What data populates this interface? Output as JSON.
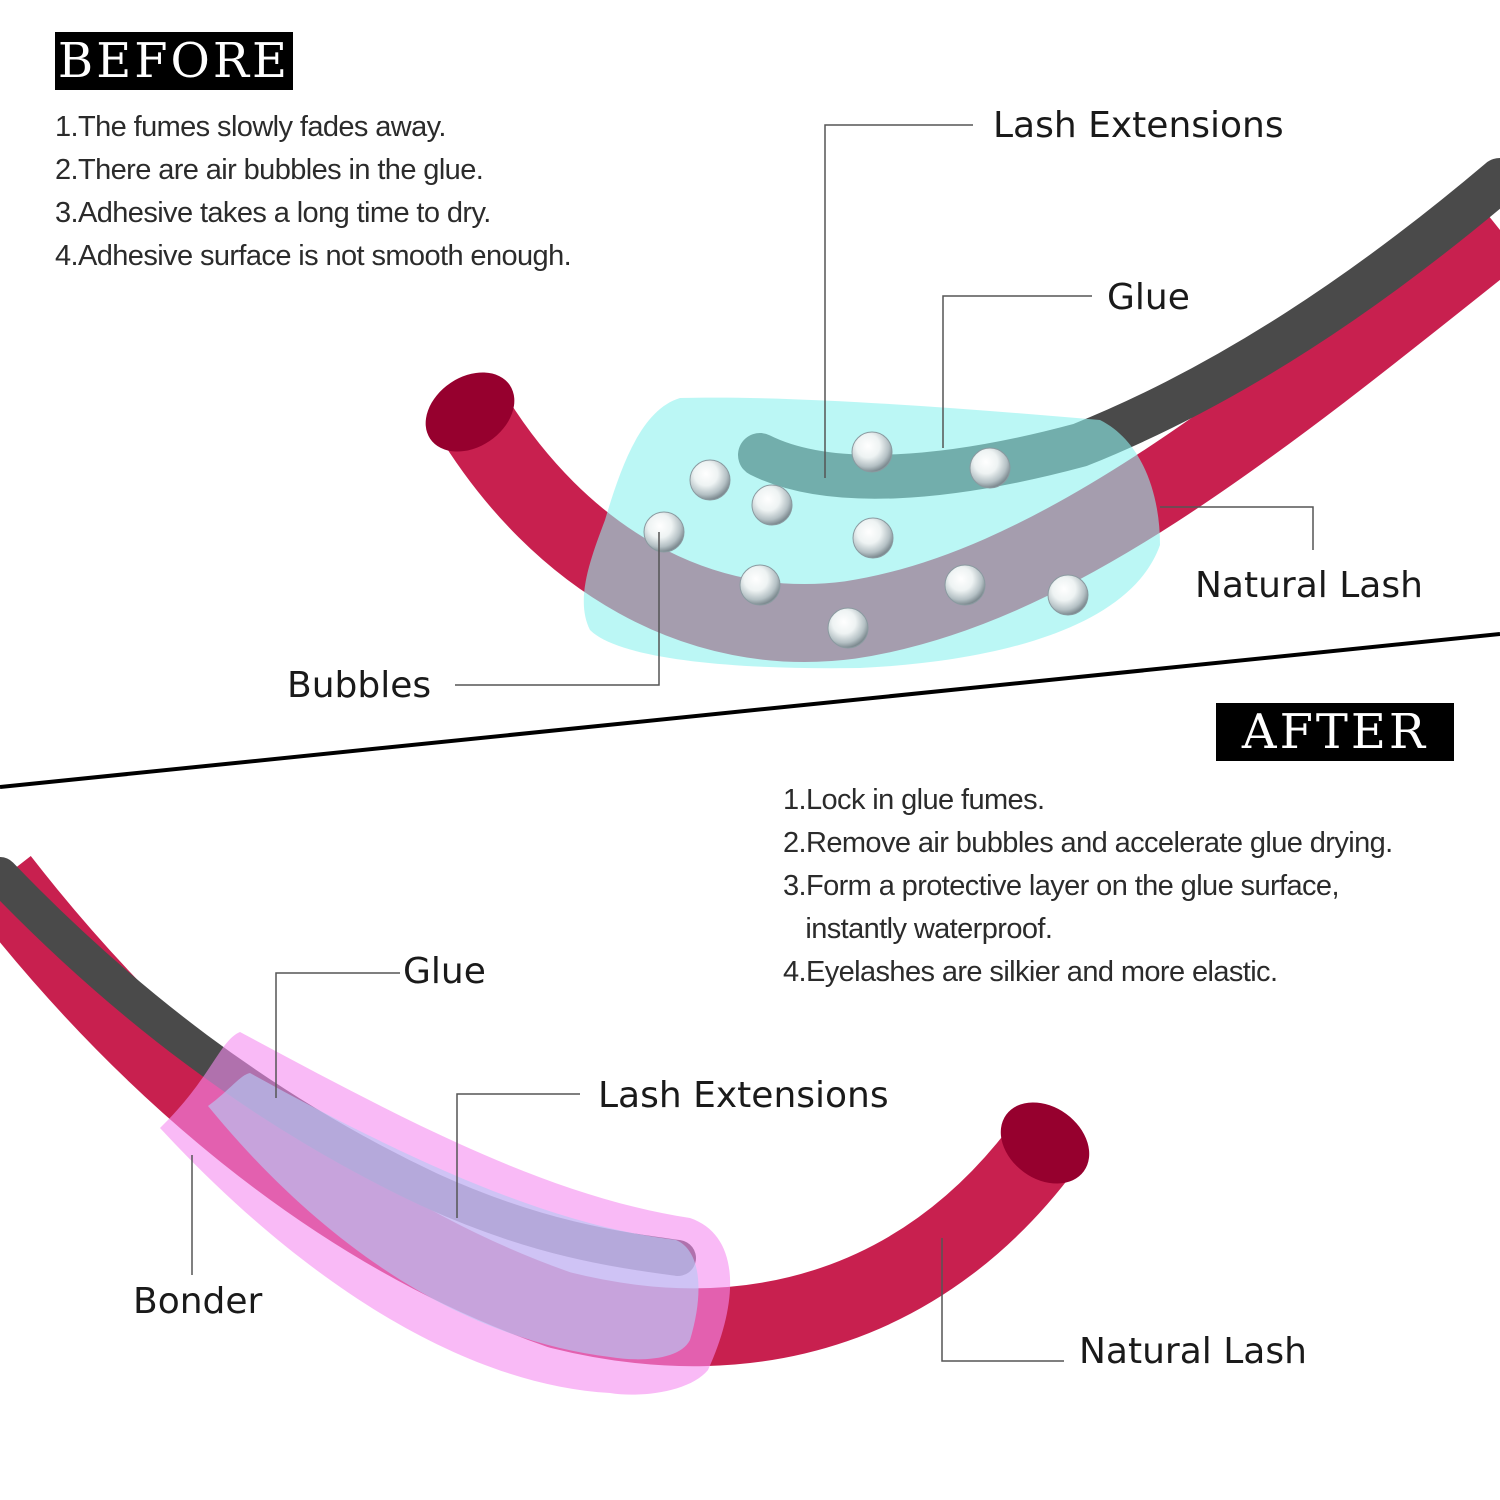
{
  "before": {
    "tag": "BEFORE",
    "notes": [
      "1.The fumes slowly fades away.",
      "2.There are air bubbles in the glue.",
      "3.Adhesive takes a long time to dry.",
      "4.Adhesive surface is not smooth enough."
    ],
    "labels": {
      "lash_extensions": "Lash Extensions",
      "glue": "Glue",
      "natural_lash": "Natural Lash",
      "bubbles": "Bubbles"
    }
  },
  "after": {
    "tag": "AFTER",
    "notes": [
      "1.Lock in glue fumes.",
      "2.Remove air bubbles and accelerate glue drying.",
      "3.Form a protective layer on the glue  surface,",
      "   instantly waterproof.",
      "4.Eyelashes are silkier and more elastic."
    ],
    "labels": {
      "glue": "Glue",
      "lash_extensions": "Lash Extensions",
      "bonder": "Bonder",
      "natural_lash": "Natural Lash"
    }
  },
  "colors": {
    "natural_lash": "#c8204f",
    "natural_lash_end": "#96002e",
    "lash_extension": "#4a4a4a",
    "glue_before": "#8df2ee",
    "bonder": "#f58cf0",
    "glue_after": "#b9c8f4",
    "divider": "#000000",
    "leader_line": "#555555"
  }
}
